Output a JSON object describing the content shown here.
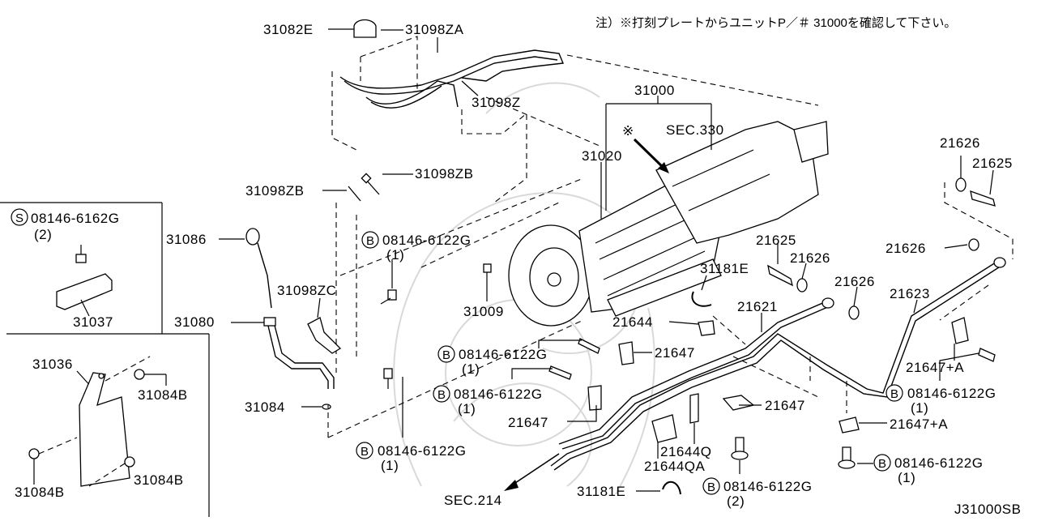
{
  "note": "注）※打刻プレートからユニットP／＃ 31000を確認して下さい。",
  "diagram_code": "J31000SB",
  "inset_top": {
    "bolt_prefix": "S",
    "bolt_number": "08146-6162G",
    "bolt_qty": "(2)",
    "part": "31037"
  },
  "inset_bottom": {
    "parts": [
      "31036",
      "31084B",
      "31084B",
      "31084B"
    ]
  },
  "labels": {
    "p31082E": "31082E",
    "p31098ZA": "31098ZA",
    "p31098Z": "31098Z",
    "p31098ZB_a": "31098ZB",
    "p31098ZB_b": "31098ZB",
    "p31086": "31086",
    "p31098ZC": "31098ZC",
    "p31080": "31080",
    "p31084": "31084",
    "p31000": "31000",
    "sec330": "SEC.330",
    "p31020": "31020",
    "p31009": "31009",
    "p31181E_a": "31181E",
    "p31181E_b": "31181E",
    "p21626_a": "21626",
    "p21625_a": "21625",
    "p21625_b": "21625",
    "p21626_b": "21626",
    "p21626_c": "21626",
    "p21626_d": "21626",
    "p21623": "21623",
    "p21621": "21621",
    "p21644": "21644",
    "p21647_a": "21647",
    "p21647_b": "21647",
    "p21647_c": "21647",
    "p21647A_a": "21647+A",
    "p21647A_b": "21647+A",
    "p21644Q": "21644Q",
    "p21644QA": "21644QA",
    "sec214": "SEC.214",
    "mark": "※"
  },
  "bolts": [
    {
      "prefix": "B",
      "number": "08146-6122G",
      "qty": "(1)"
    },
    {
      "prefix": "B",
      "number": "08146-6122G",
      "qty": "(1)"
    },
    {
      "prefix": "B",
      "number": "08146-6122G",
      "qty": "(1)"
    },
    {
      "prefix": "B",
      "number": "08146-6122G",
      "qty": "(1)"
    },
    {
      "prefix": "B",
      "number": "08146-6122G",
      "qty": "(1)"
    },
    {
      "prefix": "B",
      "number": "08146-6122G",
      "qty": "(1)"
    },
    {
      "prefix": "B",
      "number": "08146-6122G",
      "qty": "(2)"
    }
  ]
}
